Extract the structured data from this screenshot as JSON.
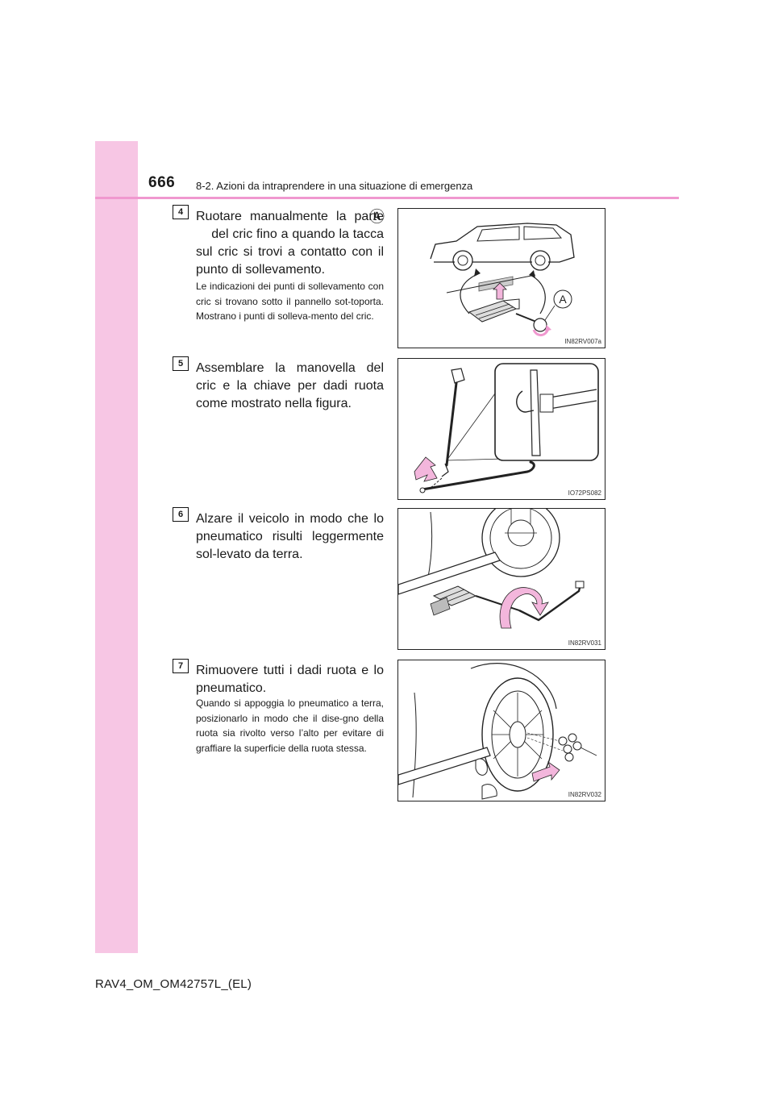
{
  "header": {
    "page_number": "666",
    "section_title": "8-2. Azioni da intraprendere in una situazione di emergenza"
  },
  "steps": [
    {
      "number": "4",
      "text": "Ruotare manualmente la parte     del cric fino a quando la tacca sul cric si trovi a contatto con il punto di sollevamento.",
      "callout": "Ⓐ",
      "note": "Le indicazioni dei punti di sollevamento con cric si trovano sotto il pannello sot-toporta. Mostrano i punti di solleva-mento del cric.",
      "figure_code": "IN82RV007a",
      "figure_callout": "A"
    },
    {
      "number": "5",
      "text": "Assemblare la manovella del cric e la chiave per dadi ruota come mostrato nella figura.",
      "figure_code": "IO72PS082"
    },
    {
      "number": "6",
      "text": "Alzare il veicolo in modo che lo pneumatico risulti leggermente sol-levato da terra.",
      "figure_code": "IN82RV031"
    },
    {
      "number": "7",
      "text": "Rimuovere tutti i dadi ruota e lo pneumatico.",
      "note": "Quando si appoggia lo pneumatico a terra, posizionarlo in modo che il dise-gno della ruota sia rivolto verso l’alto per evitare di graffiare la superficie della ruota stessa.",
      "figure_code": "IN82RV032"
    }
  ],
  "footer": {
    "doc_code": "RAV4_OM_OM42757L_(EL)"
  },
  "colors": {
    "accent_pink": "#f7c6e4",
    "rule_pink": "#f098cf",
    "arrow_pink": "#f3b6dc"
  }
}
